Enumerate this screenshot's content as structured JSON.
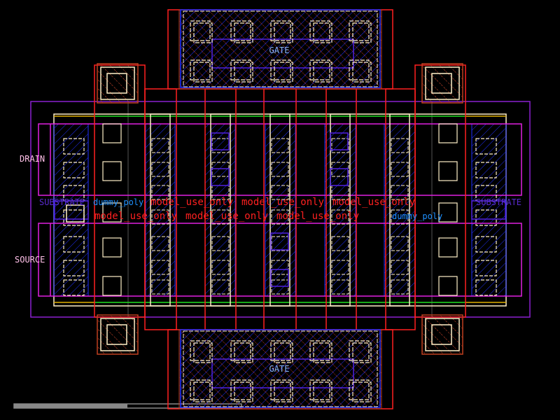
{
  "labels": {
    "gate_top": "GATE",
    "gate_bottom": "GATE",
    "drain": "DRAIN",
    "source": "SOURCE",
    "substrate_left": "SUBSTRATE",
    "substrate_right": "SUBSTRATE",
    "dummy_poly_left": "dummy_poly",
    "dummy_poly_right": "dummy_poly",
    "model_use_only": "model_use_only"
  },
  "colors": {
    "background": "#000000",
    "poly": "#ff2020",
    "diffusion": "#2030ff",
    "metal1": "#fff0c8",
    "nwell": "#8a20d0",
    "implant": "#e020e0",
    "gate_label": "#8ab4f8",
    "pin_label": "#ffc0e8",
    "substrate_label": "#5a2bd0",
    "dummy_label": "#1e90ff",
    "model_label": "#ff2020",
    "green_line": "#20e020",
    "grid": "#555555"
  }
}
